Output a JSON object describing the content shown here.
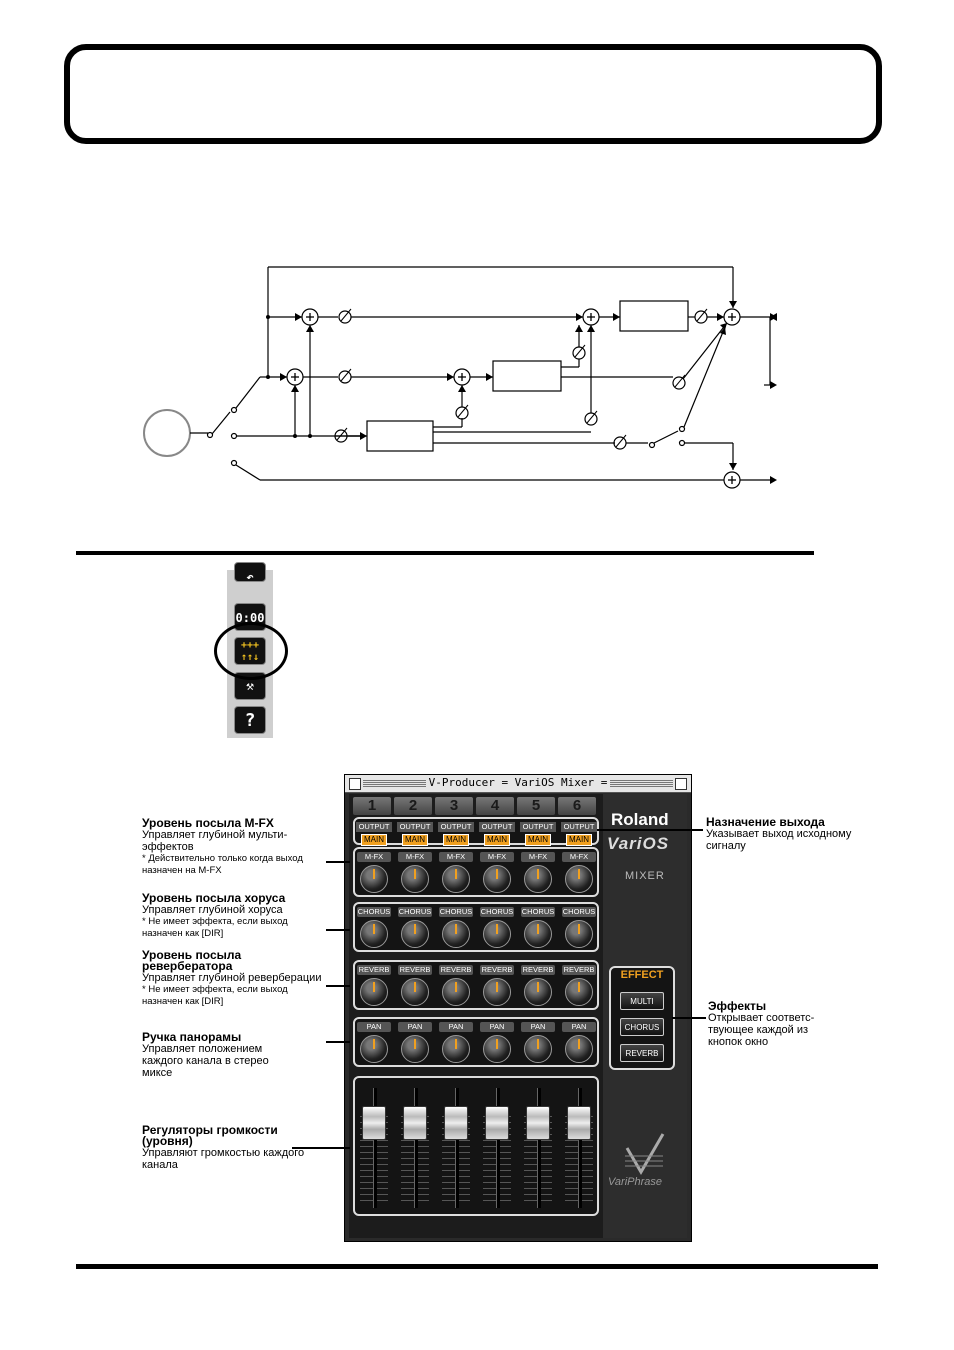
{
  "toolbar": {
    "buttons": [
      {
        "icon": "undo-icon",
        "label": ""
      },
      {
        "icon": "clock-icon",
        "label": "0:00"
      },
      {
        "icon": "mixer-icon",
        "label": ""
      },
      {
        "icon": "tools-icon",
        "label": ""
      },
      {
        "icon": "help-icon",
        "label": "?"
      }
    ]
  },
  "mixer": {
    "window_title": "V-Producer = VariOS Mixer =",
    "channels": [
      "1",
      "2",
      "3",
      "4",
      "5",
      "6"
    ],
    "output_label": "OUTPUT",
    "output_value": "MAIN",
    "mfx_label": "M-FX",
    "chorus_label": "CHORUS",
    "reverb_label": "REVERB",
    "pan_label": "PAN",
    "brand": "Roland",
    "product": "VariOS",
    "mixer_word": "MIXER",
    "effect_title": "EFFECT",
    "effect_buttons": [
      "MULTI",
      "CHORUS",
      "REVERB"
    ],
    "variphrase": "VariPhrase",
    "fader_levels": [
      0.82,
      0.82,
      0.82,
      0.82,
      0.82,
      0.82
    ]
  },
  "annotations": {
    "mfx": {
      "title": "Уровень посыла M-FX",
      "body": "Управляет глубиной мульти-эффектов",
      "note": "* Действительно только когда выход назначен на M-FX"
    },
    "chorus": {
      "title": "Уровень посыла хоруса",
      "body": "Управляет глубиной хоруса",
      "note": "* Не имеет эффекта, если выход назначен как [DIR]"
    },
    "reverb": {
      "title": "Уровень посыла ревербератора",
      "body": "Управляет глубиной реверберации",
      "note": "* Не имеет эффекта, если выход назначен как [DIR]"
    },
    "pan": {
      "title": "Ручка панорамы",
      "body": "Управляет положением каждого канала в стерео миксе"
    },
    "fader": {
      "title": "Регуляторы громкости (уровня)",
      "body": "Управляют громкостью каждого канала"
    },
    "output": {
      "title": "Назначение выхода",
      "body": "Указывает выход исходному сигналу"
    },
    "effects": {
      "title": "Эффекты",
      "body": "Открывает соответс-твующее каждой из кнопок окно"
    }
  }
}
